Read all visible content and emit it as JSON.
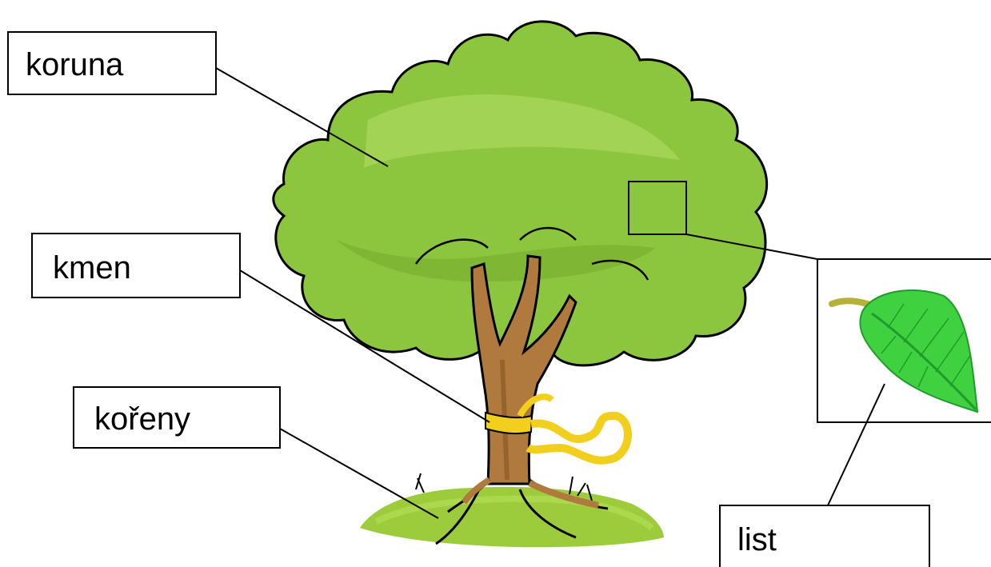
{
  "labels": {
    "crown": "koruna",
    "trunk": "kmen",
    "roots": "kořeny",
    "leaf": "list"
  },
  "colors": {
    "foliage": "#8cc63f",
    "foliage_light": "#a7d65a",
    "foliage_shadow": "#6fa52a",
    "trunk": "#b07a3e",
    "trunk_dark": "#8a5a28",
    "ribbon": "#f2cf1d",
    "grass": "#9ccc3c",
    "leaf": "#3fd13f",
    "leaf_dark": "#1f9c2a",
    "stem": "#b5b13a",
    "outline": "#000000"
  }
}
